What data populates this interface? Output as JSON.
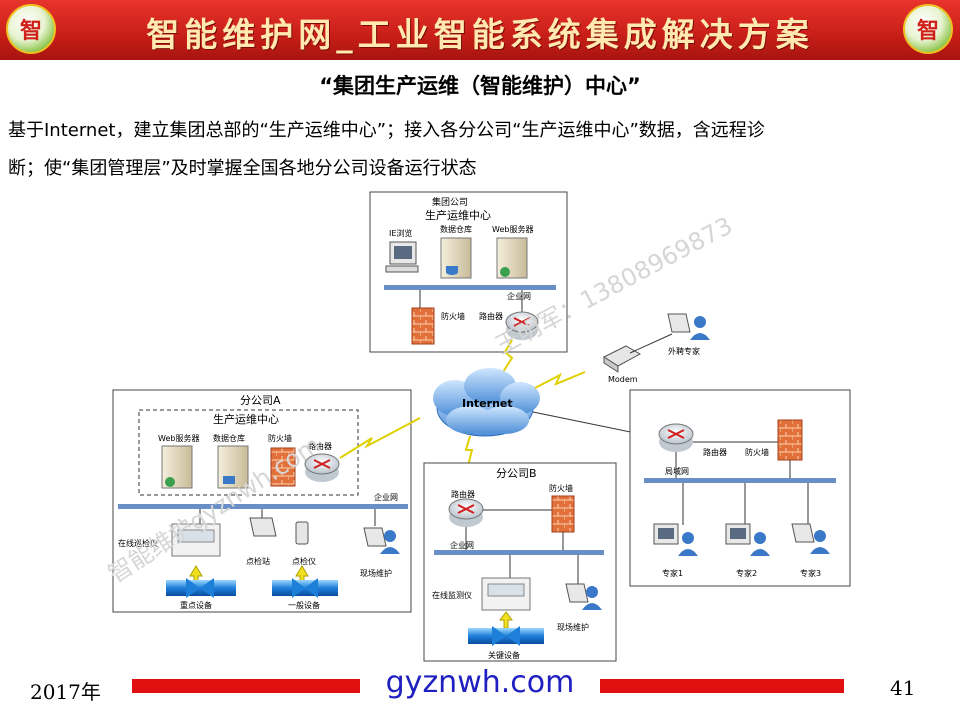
{
  "banner": {
    "title": "智能维护网_工业智能系统集成解决方案",
    "badge_text": "智"
  },
  "slide": {
    "title": "“集团生产运维（智能维护）中心”",
    "body_line1": "基于Internet，建立集团总部的“生产运维中心”；接入各分公司“生产运维中心”数据，含远程诊",
    "body_line2": "断；使“集团管理层”及时掌握全国各地分公司设备运行状态"
  },
  "watermarks": {
    "phone": "王明军：13808969873",
    "site": "智能维护gyznwh.com"
  },
  "diagram": {
    "hq": {
      "company": "集团公司",
      "center": "生产运维中心",
      "ie": "IE浏览",
      "warehouse": "数据仓库",
      "web": "Web服务器",
      "enterprise_net": "企业网",
      "firewall": "防火墙",
      "router": "路由器"
    },
    "internet": "Internet",
    "modem": "Modem",
    "external_expert": "外聘专家",
    "branch_a": {
      "title": "分公司A",
      "center": "生产运维中心",
      "web": "Web服务器",
      "warehouse": "数据仓库",
      "firewall": "防火墙",
      "router": "路由器",
      "enterprise_net": "企业网",
      "online_inspector": "在线巡检仪",
      "inspection_station": "点检站",
      "inspector": "点检仪",
      "field_maintenance": "现场维护",
      "key_equipment": "重点设备",
      "general_equipment": "一般设备"
    },
    "branch_b": {
      "title": "分公司B",
      "router": "路由器",
      "firewall": "防火墙",
      "enterprise_net": "企业网",
      "online_monitor": "在线监测仪",
      "field_maintenance": "现场维护",
      "critical_equipment": "关键设备"
    },
    "experts": {
      "router": "路由器",
      "firewall": "防火墙",
      "lan": "局域网",
      "expert1": "专家1",
      "expert2": "专家2",
      "expert3": "专家3"
    }
  },
  "footer": {
    "year": "2017年",
    "site": "gyznwh.com",
    "page": "41"
  },
  "colors": {
    "banner_red": "#c81e18",
    "footer_red": "#e01010",
    "link_blue": "#2020c0",
    "net_bar": "#6a8fc8"
  }
}
